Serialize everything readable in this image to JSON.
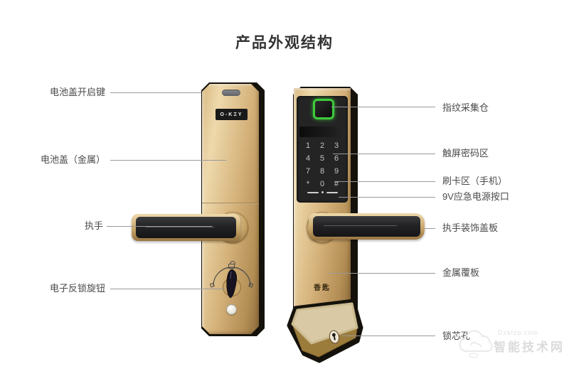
{
  "title": "产品外观结构",
  "left_view": {
    "brand_badge": "O-KΞY",
    "annotations": [
      {
        "label": "电池盖开启键"
      },
      {
        "label": "电池盖（金属）"
      },
      {
        "label": "执手"
      },
      {
        "label": "电子反锁旋钮"
      }
    ]
  },
  "right_view": {
    "brand_logo": "香匙",
    "keypad_keys": [
      "1",
      "2",
      "3",
      "4",
      "5",
      "6",
      "7",
      "8",
      "9",
      "*",
      "0",
      "#"
    ],
    "annotations": [
      {
        "label": "指纹采集仓"
      },
      {
        "label": "触屏密码区"
      },
      {
        "label": "刷卡区（手机）"
      },
      {
        "label": "9V应急电源按口"
      },
      {
        "label": "执手装饰盖板"
      },
      {
        "label": "金属覆板"
      },
      {
        "label": "锁芯孔"
      }
    ]
  },
  "watermark": {
    "line1": "Dzkfzp.com",
    "line2": "智能技术网"
  },
  "colors": {
    "gold": "#cfa96e",
    "gold_light": "#eed9ac",
    "gold_dark": "#8d6d3d",
    "panel_black": "#242424",
    "fingerprint_green": "#3ecb3c",
    "handle_black": "#232325",
    "leader_line": "#999999",
    "label_text": "#4a4a4a",
    "title_text": "#333333"
  }
}
